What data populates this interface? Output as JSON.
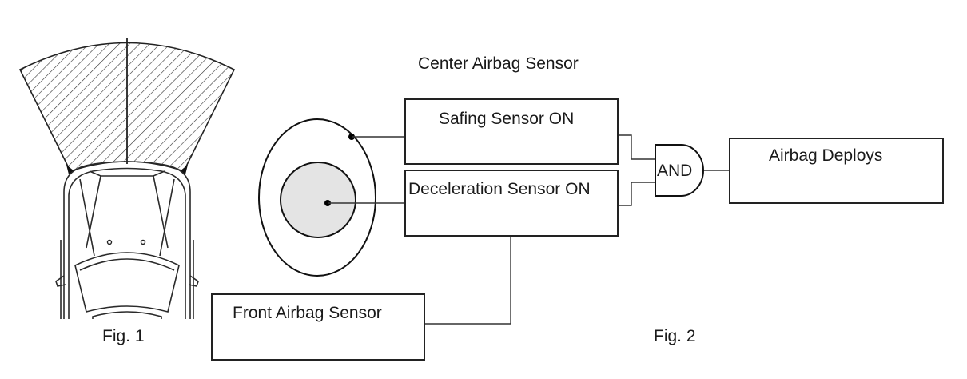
{
  "figure1": {
    "caption": "Fig. 1"
  },
  "figure2": {
    "caption": "Fig. 2",
    "center_sensor_title": "Center Airbag Sensor",
    "safing_sensor_label": "Safing Sensor ON",
    "deceleration_sensor_label": "Deceleration Sensor ON",
    "and_gate_label": "AND",
    "output_label": "Airbag Deploys",
    "front_sensor_label": "Front Airbag Sensor"
  }
}
